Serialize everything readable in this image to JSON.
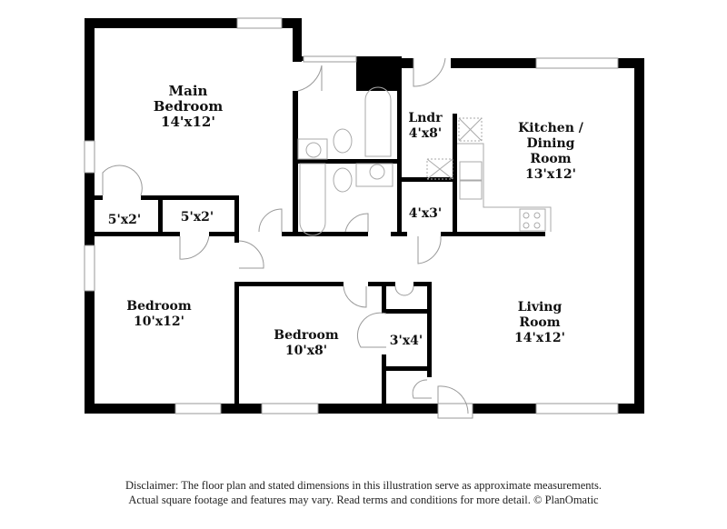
{
  "floor_plan": {
    "rooms": [
      {
        "id": "main-bedroom",
        "name": "Main\nBedroom",
        "dims": "14'x12'"
      },
      {
        "id": "closet-1",
        "name": "",
        "dims": "5'x2'"
      },
      {
        "id": "closet-2",
        "name": "",
        "dims": "5'x2'"
      },
      {
        "id": "laundry",
        "name": "Lndr",
        "dims": "4'x8'"
      },
      {
        "id": "closet-3",
        "name": "",
        "dims": "4'x3'"
      },
      {
        "id": "kitchen-dining",
        "name": "Kitchen /\nDining\nRoom",
        "dims": "13'x12'"
      },
      {
        "id": "bedroom-2",
        "name": "Bedroom",
        "dims": "10'x12'"
      },
      {
        "id": "bedroom-3",
        "name": "Bedroom",
        "dims": "10'x8'"
      },
      {
        "id": "closet-4",
        "name": "",
        "dims": "3'x4'"
      },
      {
        "id": "living-room",
        "name": "Living\nRoom",
        "dims": "14'x12'"
      }
    ],
    "labels": {
      "main_bedroom": "Main\nBedroom\n14'x12'",
      "closet_1": "5'x2'",
      "closet_2": "5'x2'",
      "laundry": "Lndr\n4'x8'",
      "closet_3": "4'x3'",
      "kitchen": "Kitchen /\nDining\nRoom\n13'x12'",
      "bedroom_2": "Bedroom\n10'x12'",
      "bedroom_3": "Bedroom\n10'x8'",
      "closet_4": "3'x4'",
      "living": "Living\nRoom\n14'x12'"
    },
    "colors": {
      "wall": "#000000",
      "fixture": "#999999",
      "background": "#ffffff"
    }
  },
  "disclaimer": {
    "line1": "Disclaimer: The floor plan and stated dimensions in this illustration serve as approximate measurements.",
    "line2": "Actual square footage and features may vary. Read terms and conditions for more detail. © PlanOmatic"
  }
}
